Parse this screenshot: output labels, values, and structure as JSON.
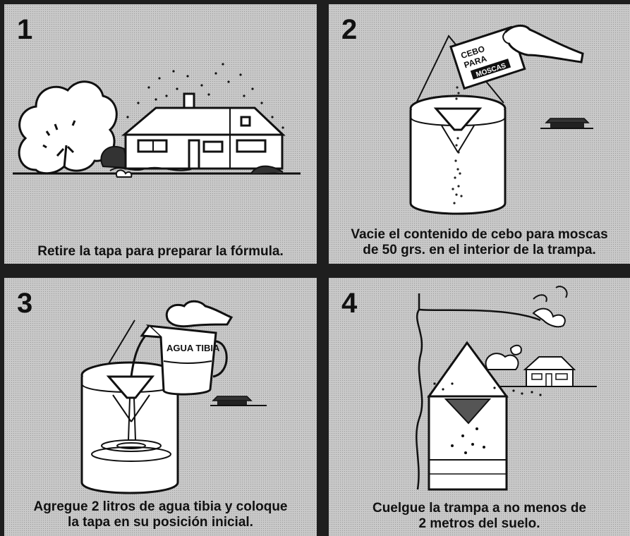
{
  "panels": [
    {
      "number": "1",
      "caption": [
        "Retire la tapa para preparar la fórmula."
      ]
    },
    {
      "number": "2",
      "caption": [
        "Vacie el contenido de cebo para moscas",
        "de 50 grs. en el interior de la trampa."
      ],
      "package_label": [
        "CEBO",
        "PARA",
        "MOSCAS"
      ]
    },
    {
      "number": "3",
      "caption": [
        "Agregue 2 litros de agua tibia y coloque",
        "la tapa en su posición inicial."
      ],
      "pitcher_label": "AGUA TIBIA"
    },
    {
      "number": "4",
      "caption": [
        "Cuelgue la trampa a no menos de",
        "2 metros del suelo."
      ]
    }
  ]
}
